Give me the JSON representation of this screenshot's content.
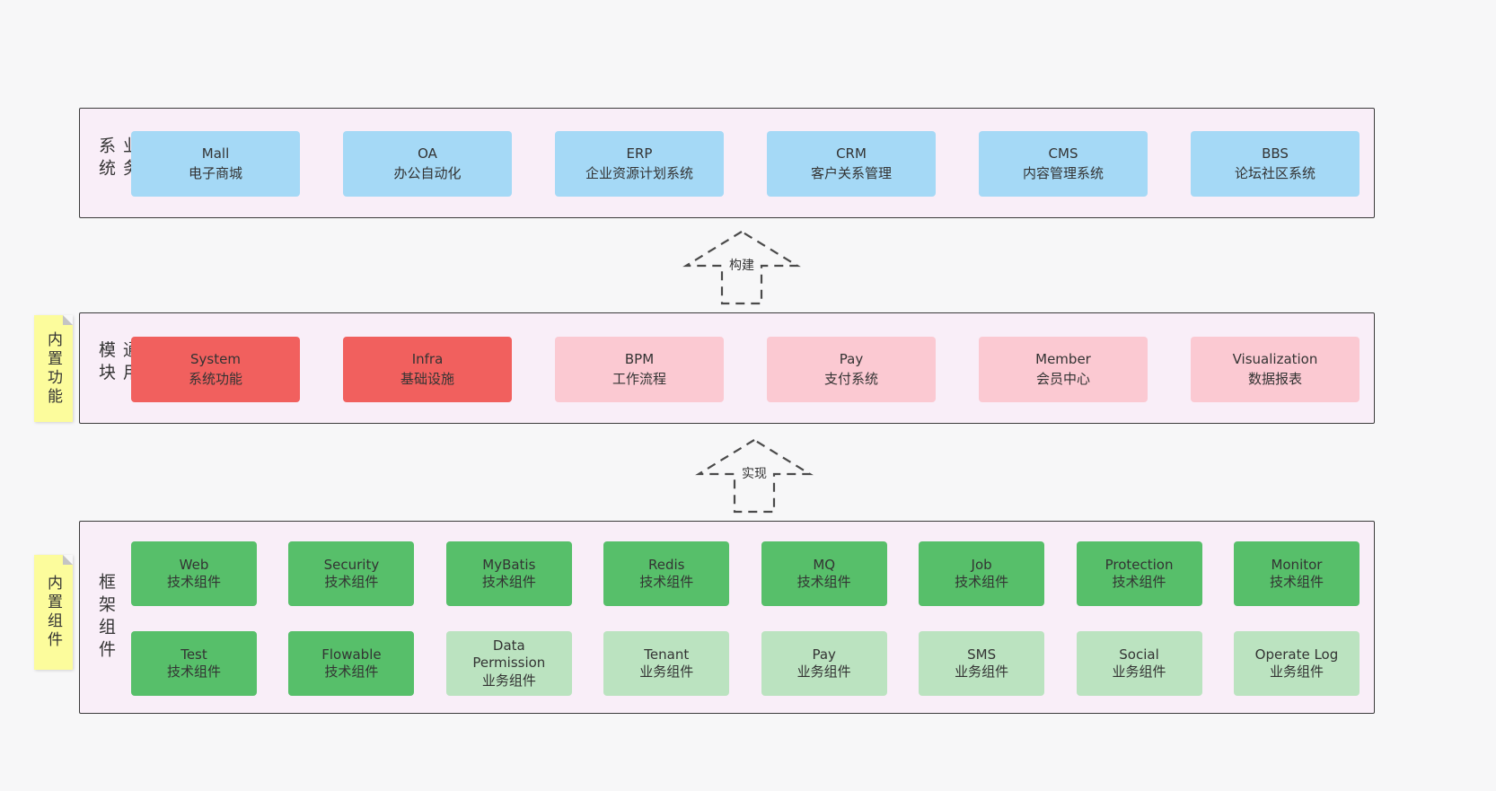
{
  "colors": {
    "page_bg": "#f7f7f8",
    "band_bg": "#f9eef8",
    "band_border": "#3b3b3b",
    "blue": "#a5d9f6",
    "red": "#f1605e",
    "pink": "#fbc9d2",
    "green": "#57bf6a",
    "lightgreen": "#bbe3c0",
    "sticky_yellow": "#fcfc9c",
    "text": "#333333"
  },
  "arrows": [
    {
      "label": "构建"
    },
    {
      "label": "实现"
    }
  ],
  "sticky_notes": [
    {
      "label": "内置功能"
    },
    {
      "label": "内置组件"
    }
  ],
  "bands": [
    {
      "label": "业务系统",
      "boxes": [
        {
          "title": "Mall",
          "subtitle": "电子商城",
          "variant": "blue"
        },
        {
          "title": "OA",
          "subtitle": "办公自动化",
          "variant": "blue"
        },
        {
          "title": "ERP",
          "subtitle": "企业资源计划系统",
          "variant": "blue"
        },
        {
          "title": "CRM",
          "subtitle": "客户关系管理",
          "variant": "blue"
        },
        {
          "title": "CMS",
          "subtitle": "内容管理系统",
          "variant": "blue"
        },
        {
          "title": "BBS",
          "subtitle": "论坛社区系统",
          "variant": "blue"
        }
      ]
    },
    {
      "label": "通用模块",
      "boxes": [
        {
          "title": "System",
          "subtitle": "系统功能",
          "variant": "red"
        },
        {
          "title": "Infra",
          "subtitle": "基础设施",
          "variant": "red"
        },
        {
          "title": "BPM",
          "subtitle": "工作流程",
          "variant": "pink"
        },
        {
          "title": "Pay",
          "subtitle": "支付系统",
          "variant": "pink"
        },
        {
          "title": "Member",
          "subtitle": "会员中心",
          "variant": "pink"
        },
        {
          "title": "Visualization",
          "subtitle": "数据报表",
          "variant": "pink"
        }
      ]
    },
    {
      "label": "框架组件",
      "rows": [
        [
          {
            "title": "Web",
            "subtitle": "技术组件",
            "variant": "green"
          },
          {
            "title": "Security",
            "subtitle": "技术组件",
            "variant": "green"
          },
          {
            "title": "MyBatis",
            "subtitle": "技术组件",
            "variant": "green"
          },
          {
            "title": "Redis",
            "subtitle": "技术组件",
            "variant": "green"
          },
          {
            "title": "MQ",
            "subtitle": "技术组件",
            "variant": "green"
          },
          {
            "title": "Job",
            "subtitle": "技术组件",
            "variant": "green"
          },
          {
            "title": "Protection",
            "subtitle": "技术组件",
            "variant": "green"
          },
          {
            "title": "Monitor",
            "subtitle": "技术组件",
            "variant": "green"
          }
        ],
        [
          {
            "title": "Test",
            "subtitle": "技术组件",
            "variant": "green"
          },
          {
            "title": "Flowable",
            "subtitle": "技术组件",
            "variant": "green"
          },
          {
            "title": "Data Permission",
            "subtitle": "业务组件",
            "variant": "lightgreen"
          },
          {
            "title": "Tenant",
            "subtitle": "业务组件",
            "variant": "lightgreen"
          },
          {
            "title": "Pay",
            "subtitle": "业务组件",
            "variant": "lightgreen"
          },
          {
            "title": "SMS",
            "subtitle": "业务组件",
            "variant": "lightgreen"
          },
          {
            "title": "Social",
            "subtitle": "业务组件",
            "variant": "lightgreen"
          },
          {
            "title": "Operate Log",
            "subtitle": "业务组件",
            "variant": "lightgreen"
          }
        ]
      ]
    }
  ]
}
